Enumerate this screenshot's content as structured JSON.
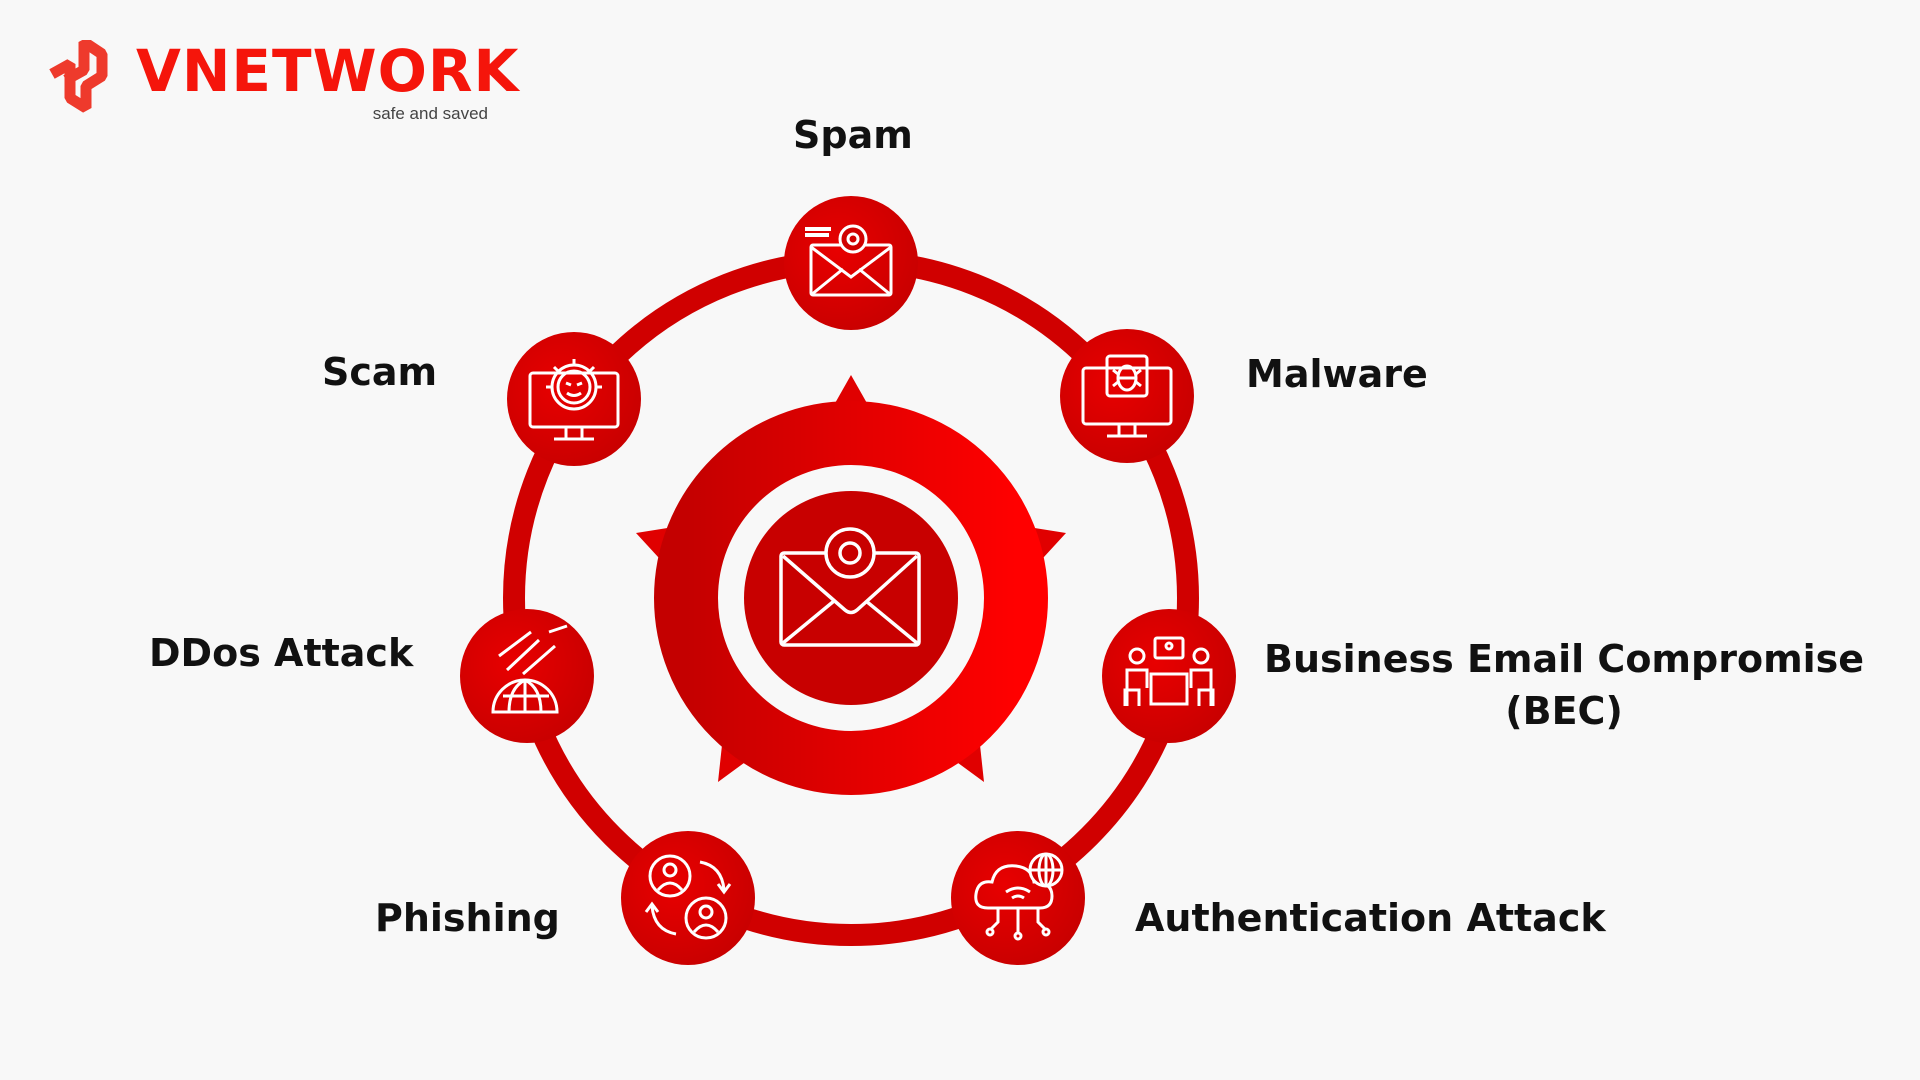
{
  "logo": {
    "brand": "VNETWORK",
    "tagline": "safe and saved"
  },
  "diagram": {
    "center_icon": "email-at-icon",
    "accent_color": "#e00000",
    "nodes": [
      {
        "label": "Spam",
        "icon": "spam-mail-icon"
      },
      {
        "label": "Malware",
        "icon": "bug-monitor-icon"
      },
      {
        "label": "Business Email Compromise",
        "label2": "(BEC)",
        "icon": "meeting-icon"
      },
      {
        "label": "Authentication Attack",
        "icon": "cloud-network-icon"
      },
      {
        "label": "Phishing",
        "icon": "user-swap-icon"
      },
      {
        "label": "DDos Attack",
        "icon": "missile-globe-icon"
      },
      {
        "label": "Scam",
        "icon": "virus-monitor-icon"
      }
    ]
  }
}
